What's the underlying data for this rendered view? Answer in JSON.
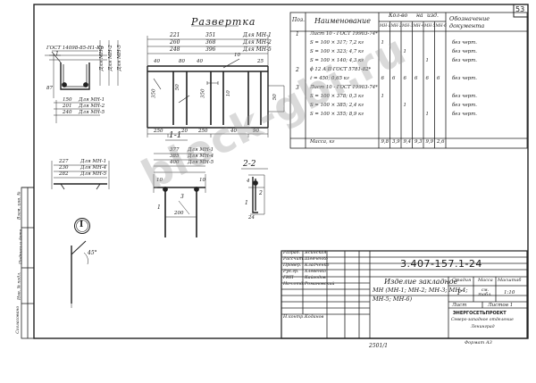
{
  "sheet": {
    "page_no": "53",
    "drawing_code": "3.407-157.1-24",
    "inventory": "2501/1",
    "format_label": "Формат А3"
  },
  "razvertka": {
    "title": "Развертка",
    "dims_top": [
      {
        "a": "221",
        "b": "351",
        "c": "Для МН-1"
      },
      {
        "a": "260",
        "b": "368",
        "c": "Для МН-2"
      },
      {
        "a": "248",
        "b": "396",
        "c": "Для МН-5"
      }
    ],
    "dim_labels": [
      "40",
      "80",
      "40",
      "10",
      "25"
    ],
    "rot_dims": [
      "350",
      "50",
      "350",
      "10",
      "50"
    ],
    "bottom_row": [
      "250",
      "20",
      "250",
      "40",
      "90"
    ]
  },
  "gost_note": "ГОСТ 14098-85-Н1-Кр",
  "left_view": {
    "pos_top": "1",
    "rows": [
      {
        "val": "150",
        "lab": "Для МН-1"
      },
      {
        "val": "201",
        "lab": "Для МН-2"
      },
      {
        "val": "240",
        "lab": "Для МН-5"
      }
    ],
    "side_labels": [
      "Для МН-1",
      "Для МН-2",
      "Для МН-5"
    ],
    "sub_labels": [
      "87"
    ]
  },
  "mid_left": {
    "rows": [
      {
        "val": "227",
        "lab": "Для МН-1"
      },
      {
        "val": "230",
        "lab": "Для МН-4"
      },
      {
        "val": "282",
        "lab": "Для МН-5"
      }
    ]
  },
  "section_11": {
    "title": "1-1",
    "rows": [
      {
        "val": "377",
        "lab": "Для МН-1"
      },
      {
        "val": "385",
        "lab": "Для МН-4"
      },
      {
        "val": "400",
        "lab": "Для МН-5"
      }
    ],
    "dims": [
      "10",
      "10",
      "200",
      "3",
      "1"
    ]
  },
  "section_22": {
    "title": "2-2",
    "dims": [
      "4",
      "2",
      "24",
      "1"
    ]
  },
  "detail": {
    "marker": "I",
    "angle": "45°"
  },
  "spec": {
    "headers": {
      "pos": "Поз.",
      "name": "Наименование",
      "qty": "Кол-во",
      "on": "на",
      "ed": "изд.",
      "notes": "Обозначение документа"
    },
    "qty_cols": [
      "МН-1",
      "МН-2",
      "МН-3",
      "МН-4",
      "МН-5",
      "МН-6"
    ],
    "rows": [
      {
        "pos": "1",
        "name": "Лист 10 - ГОСТ 19903-74*",
        "q": [
          "",
          "",
          "",
          "",
          "",
          ""
        ],
        "note": ""
      },
      {
        "pos": "",
        "name": "S = 100 × 317;     7,2 кг",
        "q": [
          "1",
          "",
          "",
          "",
          "",
          ""
        ],
        "note": "без черт."
      },
      {
        "pos": "",
        "name": "S = 100 × 323;     4,7 кг",
        "q": [
          "",
          "",
          "1",
          "",
          "",
          ""
        ],
        "note": "без черт."
      },
      {
        "pos": "",
        "name": "S = 100 × 140;     4,3 кг",
        "q": [
          "",
          "",
          "",
          "",
          "1",
          ""
        ],
        "note": "без черт."
      },
      {
        "pos": "2",
        "name": "ϕ 12 А ІІ ГОСТ 5781-82*",
        "q": [
          "",
          "",
          "",
          "",
          "",
          ""
        ],
        "note": ""
      },
      {
        "pos": "",
        "name": "ℓ = 450;           0,65 кг",
        "q": [
          "6",
          "6",
          "6",
          "6",
          "6",
          "6"
        ],
        "note": "без черт."
      },
      {
        "pos": "3",
        "name": "Лист 10 - ГОСТ 19903-74*",
        "q": [
          "",
          "",
          "",
          "",
          "",
          ""
        ],
        "note": ""
      },
      {
        "pos": "",
        "name": "S = 100 × 378;     0,3 кг",
        "q": [
          "1",
          "",
          "",
          "",
          "",
          ""
        ],
        "note": "без черт."
      },
      {
        "pos": "",
        "name": "S = 100 × 385;     2,4 кг",
        "q": [
          "",
          "",
          "1",
          "",
          "",
          ""
        ],
        "note": "без черт."
      },
      {
        "pos": "",
        "name": "S = 100 × 355;     8,9 кг",
        "q": [
          "",
          "",
          "",
          "",
          "1",
          ""
        ],
        "note": "без черт."
      },
      {
        "pos": "",
        "name": "",
        "q": [
          "",
          "",
          "",
          "",
          "",
          ""
        ],
        "note": ""
      },
      {
        "pos": "",
        "name": "Масса, кг",
        "q": [
          "9,8",
          "3,9",
          "9,4",
          "9,3",
          "9,9",
          "2,6"
        ],
        "note": ""
      }
    ]
  },
  "stamp": {
    "roles": [
      {
        "role": "Разраб.",
        "name": "Ясинская"
      },
      {
        "role": "Рассчит.",
        "name": "Шевченко"
      },
      {
        "role": "Провер.",
        "name": "Кладченко"
      },
      {
        "role": "Рук.гр.",
        "name": "Хлевенко"
      },
      {
        "role": "ГИП",
        "name": "Кайгодов"
      },
      {
        "role": "Нач.отд.",
        "name": "Романовский"
      },
      {
        "role": "Н.контр.",
        "name": "Коданов"
      }
    ],
    "title_lines": [
      "Изделие закладное",
      "МН (МН-1; МН-2; МН-3; МН-4;",
      "МН-5; МН-6)"
    ],
    "stage_hdr": "Стадия",
    "mass_hdr": "Масса",
    "scale_hdr": "Масштаб",
    "stage_val": "Р",
    "mass_val": "см. табл.",
    "scale_val": "1:10",
    "sheet_lbl": "Лист",
    "sheets_lbl": "Листов 1",
    "org_lines": [
      "ЭНЕРГОСЕТЬПРОЕКТ",
      "Северо-западное отделение",
      "Ленинград"
    ]
  },
  "side_strip": [
    "Взам. инв. №",
    "Подпись и дата",
    "Инв. № подл.",
    "Согласовано"
  ],
  "watermark": "block-gbi.ru"
}
